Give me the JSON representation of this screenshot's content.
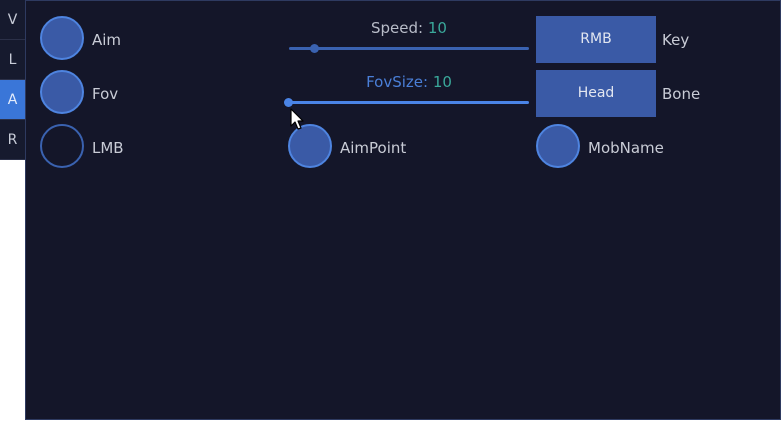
{
  "sidebar": {
    "tabs": [
      {
        "label": "V",
        "active": false
      },
      {
        "label": "L",
        "active": false
      },
      {
        "label": "A",
        "active": true
      },
      {
        "label": "R",
        "active": false
      }
    ]
  },
  "toggles": {
    "aim": {
      "label": "Aim",
      "on": true
    },
    "fov": {
      "label": "Fov",
      "on": true
    },
    "lmb": {
      "label": "LMB",
      "on": false
    },
    "aimpoint": {
      "label": "AimPoint",
      "on": true
    },
    "mobname": {
      "label": "MobName",
      "on": true
    }
  },
  "sliders": {
    "speed": {
      "label": "Speed:",
      "value": "10",
      "fraction": 0.1
    },
    "fovsize": {
      "label": "FovSize:",
      "value": "10",
      "fraction": 0.0
    }
  },
  "keybinds": {
    "key": {
      "button": "RMB",
      "label": "Key"
    },
    "bone": {
      "button": "Head",
      "label": "Bone"
    }
  },
  "colors": {
    "accent": "#3a76d8",
    "panel_bg": "#141629",
    "value_text": "#3aa89a"
  }
}
